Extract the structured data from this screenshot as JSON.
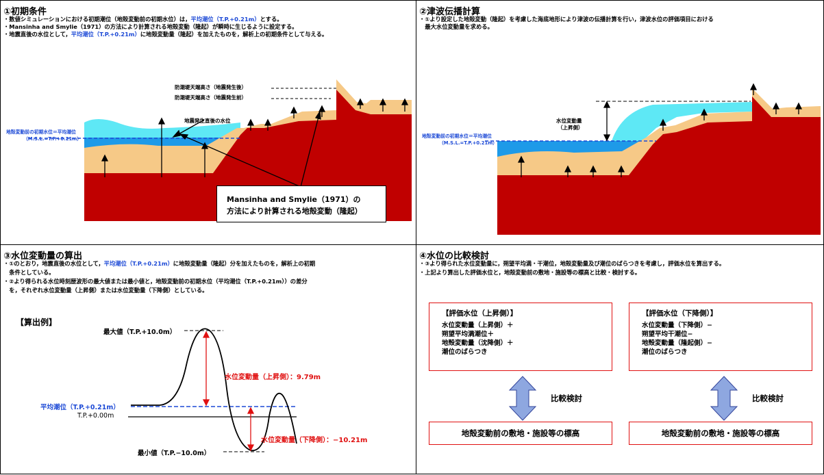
{
  "panel1": {
    "title": "①初期条件",
    "bullets": [
      [
        "・数値シミュレーションにおける初期潮位（地殻変動前の初期水位）は，",
        "平均潮位（T.P.+0.21m）",
        "とする。"
      ],
      [
        "・Mansinha and Smylie（1971）の方法により計算される地殻変動（隆起）が瞬時に生じるように設定する。",
        "",
        ""
      ],
      [
        "・地震直後の水位として，",
        "平均潮位（T.P.+0.21m）",
        "に地殻変動量（隆起）を加えたものを，解析上の初期条件として与える。"
      ]
    ],
    "label_crest_after": "防潮堤天端高さ（地震発生後）",
    "label_crest_before": "防潮堤天端高さ（地震発生前）",
    "label_water_after": "地震発生直後の水位",
    "label_initial_1": "地殻変動前の初期水位＝平均潮位",
    "label_initial_2": "（M.S.L.=T.P.+0.21m）",
    "box_line1": "Mansinha and Smylie（1971）の",
    "box_line2": "方法により計算される地殻変動（隆起）"
  },
  "panel2": {
    "title": "②津波伝播計算",
    "bullets": [
      "・①より設定した地殻変動（隆起）を考慮した海底地形により津波の伝播計算を行い，津波水位の評価項目における",
      "　最大水位変動量を求める。"
    ],
    "label_change_1": "水位変動量",
    "label_change_2": "（上昇側）",
    "label_initial_1": "地殻変動前の初期水位＝平均潮位",
    "label_initial_2": "（M.S.L.=T.P.+0.21m）"
  },
  "panel3": {
    "title": "③水位変動量の算出",
    "bullets": [
      [
        "・①のとおり，地震直後の水位として，",
        "平均潮位（T.P.+0.21m）",
        "に地殻変動量（隆起）分を加えたものを，解析上の初期"
      ],
      [
        "　条件としている。",
        "",
        ""
      ],
      [
        "・②より得られる水位時刻歴波形の最大値または最小値と，地殻変動前の初期水位（平均潮位（T.P.+0.21m））の差分",
        "",
        ""
      ],
      [
        "　を，それぞれ水位変動量（上昇側）または水位変動量（下降側）としている。",
        "",
        ""
      ]
    ],
    "example_label": "【算出例】",
    "max_label": "最大値（T.P.+10.0m）",
    "min_label": "最小値（T.P.−10.0m）",
    "mean_label": "平均潮位（T.P.+0.21m）",
    "zero_label": "T.P.+0.00m",
    "up_label": "水位変動量（上昇側）：9.79m",
    "down_label": "水位変動量（下降側）：−10.21m"
  },
  "panel4": {
    "title": "④水位の比較検討",
    "bullets": [
      "・③より得られた水位変動量に，朔望平均満・干潮位，地殻変動量及び潮位のばらつきを考慮し，評価水位を算出する。",
      "・上記より算出した評価水位と，地殻変動前の敷地・施設等の標高と比較・検討する。"
    ],
    "left_box": {
      "title": "【評価水位（上昇側）】",
      "lines": [
        "水位変動量（上昇側）＋",
        "朔望平均満潮位＋",
        "地殻変動量（沈降側）＋",
        "潮位のばらつき"
      ]
    },
    "right_box": {
      "title": "【評価水位（下降側）】",
      "lines": [
        "水位変動量（下降側）−",
        "朔望平均干潮位−",
        "地殻変動量（隆起側）−",
        "潮位のばらつき"
      ]
    },
    "compare_label": "比較検討",
    "ground_label": "地殻変動前の敷地・施設等の標高"
  },
  "colors": {
    "ground": "#c00000",
    "sand": "#f6c987",
    "sea": "#1e9ae8",
    "tsunami": "#5ee8f5",
    "blue_text": "#1c49d6",
    "red_text": "#e01010",
    "arrow_fill": "#8ea7e0"
  }
}
